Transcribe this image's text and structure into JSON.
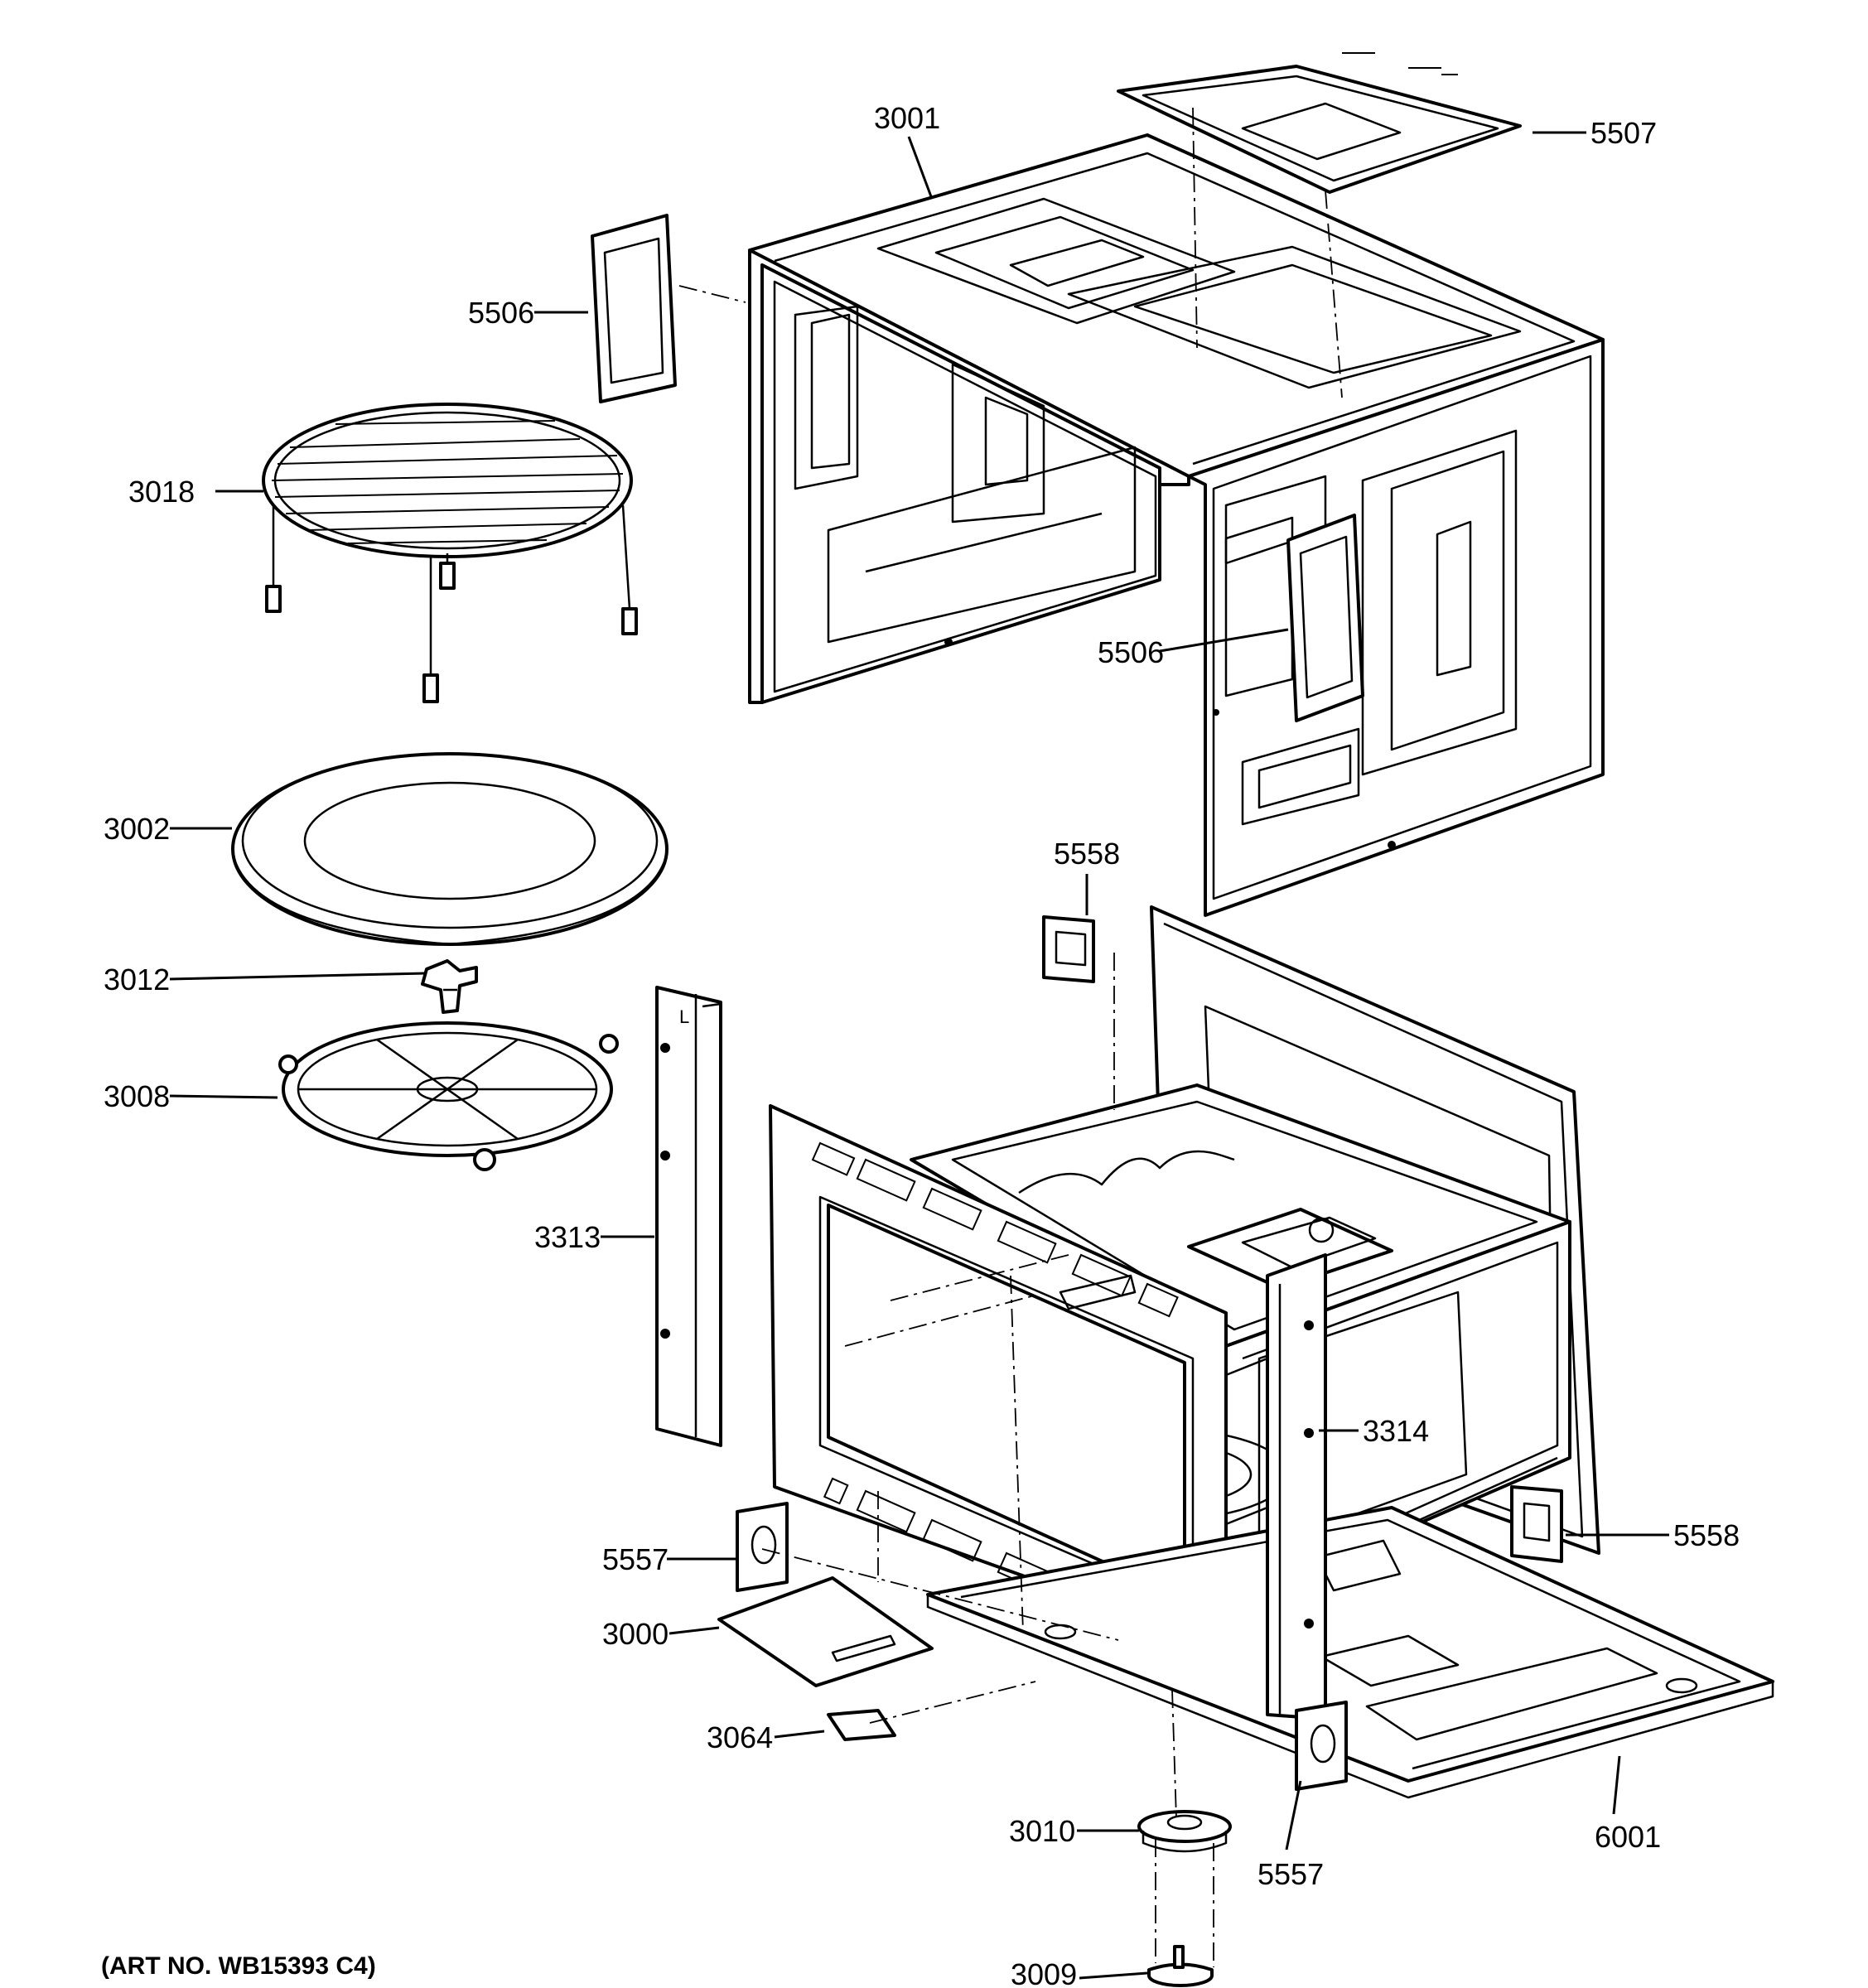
{
  "art_number": "(ART NO. WB15393 C4)",
  "callouts": [
    {
      "id": "c3001a",
      "label": "3001"
    },
    {
      "id": "c5507",
      "label": "5507"
    },
    {
      "id": "c5506a",
      "label": "5506"
    },
    {
      "id": "c3018",
      "label": "3018"
    },
    {
      "id": "c5506b",
      "label": "5506"
    },
    {
      "id": "c3002",
      "label": "3002"
    },
    {
      "id": "c5558a",
      "label": "5558"
    },
    {
      "id": "c3012",
      "label": "3012"
    },
    {
      "id": "c3008",
      "label": "3008"
    },
    {
      "id": "c3313",
      "label": "3313"
    },
    {
      "id": "c3314",
      "label": "3314"
    },
    {
      "id": "c5558b",
      "label": "5558"
    },
    {
      "id": "c5557a",
      "label": "5557"
    },
    {
      "id": "c3000",
      "label": "3000"
    },
    {
      "id": "c3064",
      "label": "3064"
    },
    {
      "id": "c6001",
      "label": "6001"
    },
    {
      "id": "c3010",
      "label": "3010"
    },
    {
      "id": "c5557b",
      "label": "5557"
    },
    {
      "id": "c3009",
      "label": "3009"
    }
  ]
}
